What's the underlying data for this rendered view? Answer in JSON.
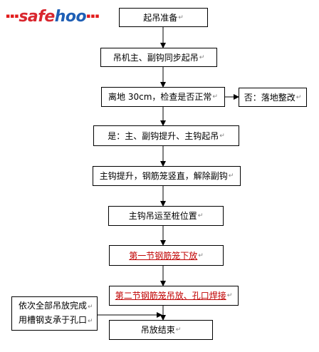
{
  "logo": {
    "dots_left": "▪▪▪",
    "text_part1": "safe",
    "text_part2": "hoo",
    "dots_right": "▪▪▪",
    "color_part1": "#d9262e",
    "color_part2": "#1f5fb5"
  },
  "paragraph_mark": "↵",
  "steps": [
    {
      "id": "prep",
      "label": "起吊准备"
    },
    {
      "id": "sync-lift",
      "label": "吊机主、副钩同步起吊"
    },
    {
      "id": "check",
      "label": "离地 30cm，检查是否正常"
    },
    {
      "id": "no-branch",
      "label": "否：落地整改"
    },
    {
      "id": "yes-branch",
      "label": "是：主、副钩提升、主钩起吊"
    },
    {
      "id": "vertical",
      "label": "主钩提升，钢筋笼竖直，解除副钩"
    },
    {
      "id": "transport",
      "label": "主钩吊运至桩位置"
    },
    {
      "id": "first-section",
      "label": "第一节钢筋笼下放"
    },
    {
      "id": "second-section",
      "label": "第二节钢筋笼吊放、孔口焊接"
    },
    {
      "id": "finish",
      "label": "吊放结束"
    }
  ],
  "side_note": {
    "line1": "依次全部吊放完成",
    "line2": "用槽钢支承于孔口"
  },
  "colors": {
    "line": "#000000",
    "highlight_text": "#c00000"
  }
}
